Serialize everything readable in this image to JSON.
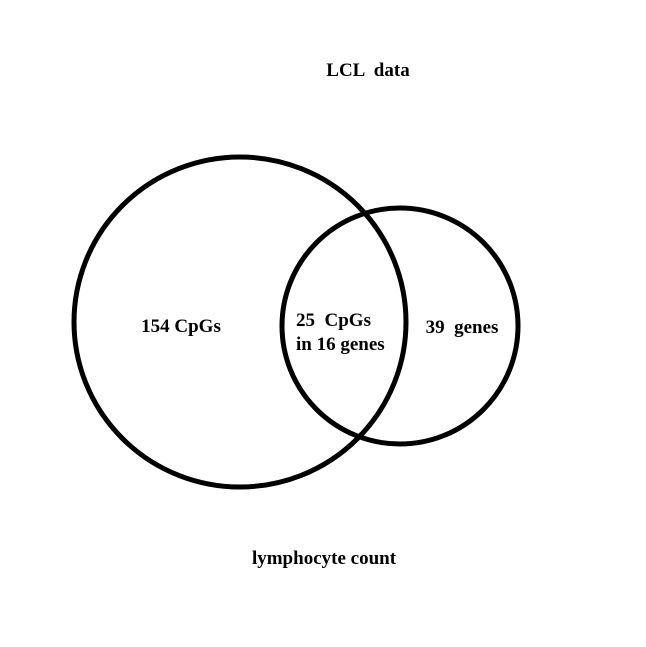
{
  "diagram": {
    "type": "venn",
    "top_label": "LCL  data",
    "bottom_label": "lymphocyte count",
    "left_only": "154 CpGs",
    "overlap_line1": "25  CpGs",
    "overlap_line2": "in 16 genes",
    "right_only": "39  genes",
    "stroke_color": "#000000",
    "background": "#ffffff"
  }
}
